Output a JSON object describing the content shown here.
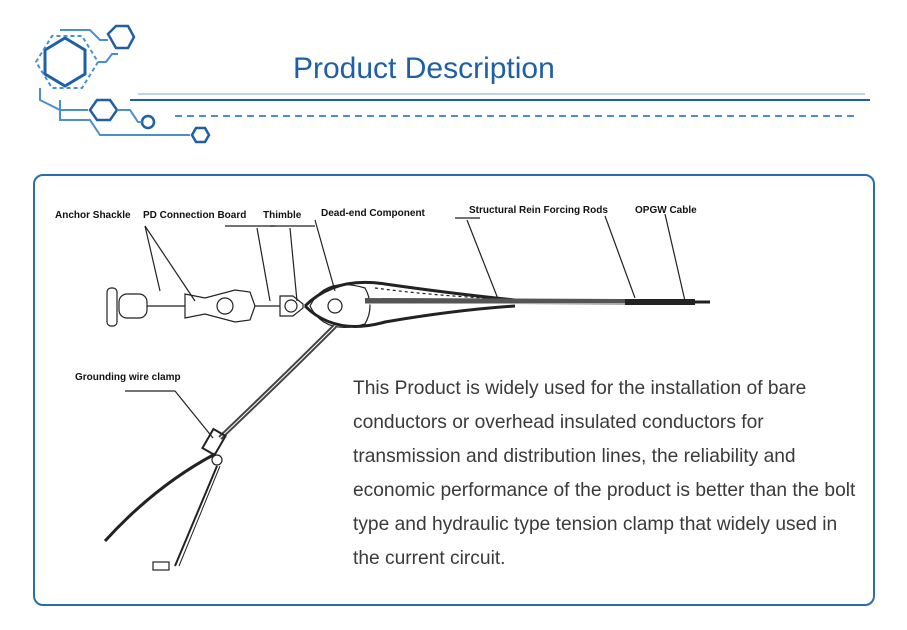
{
  "header": {
    "title": "Product Description",
    "accent_color": "#1f5fa6",
    "line_color": "#2b6cb0",
    "icon": "hexagon-circuit-icon"
  },
  "diagram": {
    "labels": {
      "anchor_shackle": "Anchor Shackle",
      "pd_connection_board": "PD Connection Board",
      "thimble": "Thimble",
      "dead_end_component": "Dead-end Component",
      "structural_rods": "Structural Rein Forcing Rods",
      "opgw_cable": "OPGW Cable",
      "grounding_clamp": "Grounding wire clamp"
    }
  },
  "description": "This Product is widely used for the installation of bare conductors or overhead insulated conductors for transmission and distribution lines, the reliability and economic performance of the product is better than the bolt type and hydraulic type tension clamp that widely used in the current circuit."
}
